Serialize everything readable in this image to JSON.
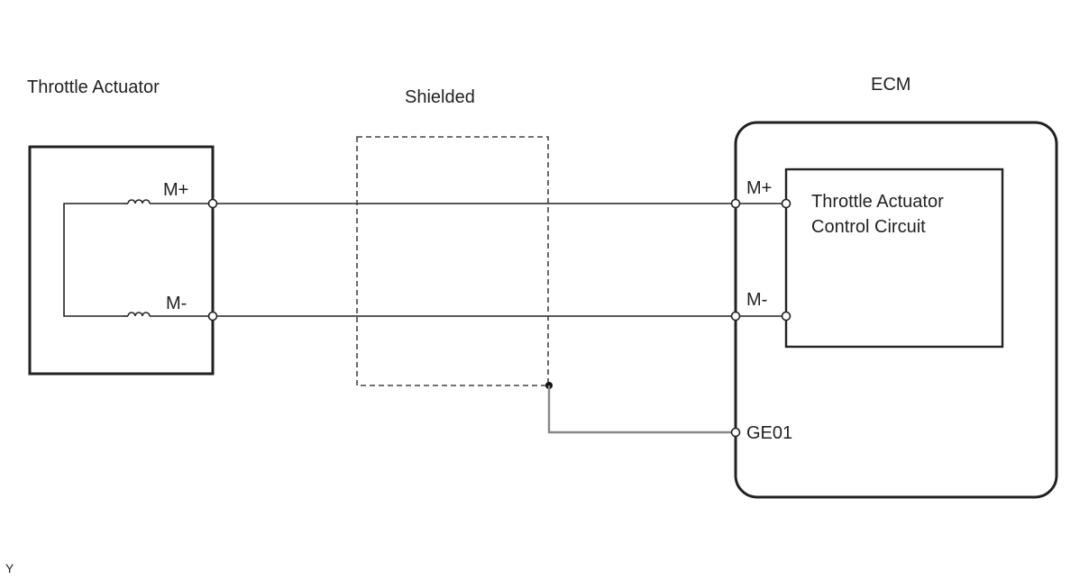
{
  "labels": {
    "throttle_actuator": "Throttle Actuator",
    "shielded": "Shielded",
    "ecm": "ECM",
    "control_circuit_line1": "Throttle Actuator",
    "control_circuit_line2": "Control Circuit",
    "actuator_m_plus": "M+",
    "actuator_m_minus": "M-",
    "ecm_m_plus": "M+",
    "ecm_m_minus": "M-",
    "ecm_ge01": "GE01",
    "corner_code": "Y"
  },
  "colors": {
    "line": "#222222",
    "ground_wire": "#888888"
  }
}
